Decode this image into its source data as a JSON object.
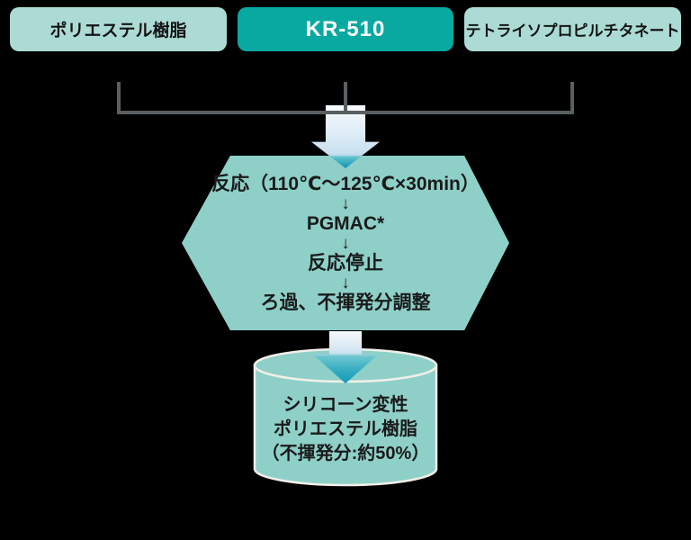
{
  "diagram": {
    "inputs": [
      {
        "label": "ポリエステル樹脂"
      },
      {
        "label": "KR-510"
      },
      {
        "label": "テトライソプロピルチタネート"
      }
    ],
    "process_steps": [
      "反応（110℃～125℃×30min）",
      "PGMAC*",
      "反応停止",
      "ろ過、不揮発分調整"
    ],
    "step_arrow_glyph": "↓",
    "output": {
      "line1": "シリコーン変性",
      "line2": "ポリエステル樹脂",
      "line3": "（不揮発分:約50%）"
    }
  },
  "colors": {
    "background": "#000000",
    "input_box_light": "#abdbd4",
    "input_box_primary": "#07a9a1",
    "hexagon_fill": "#8ed0c8",
    "cylinder_fill": "#8ed0c8",
    "cylinder_stroke": "#f2efe8",
    "connector_line": "#595e61",
    "arrow_gradient_top": "#f7fbfd",
    "arrow_gradient_blue": "#cbe2f1",
    "arrow_gradient_teal": "#0d93b5",
    "text_dark": "#1a1a1a",
    "text_light": "#ffffff"
  }
}
